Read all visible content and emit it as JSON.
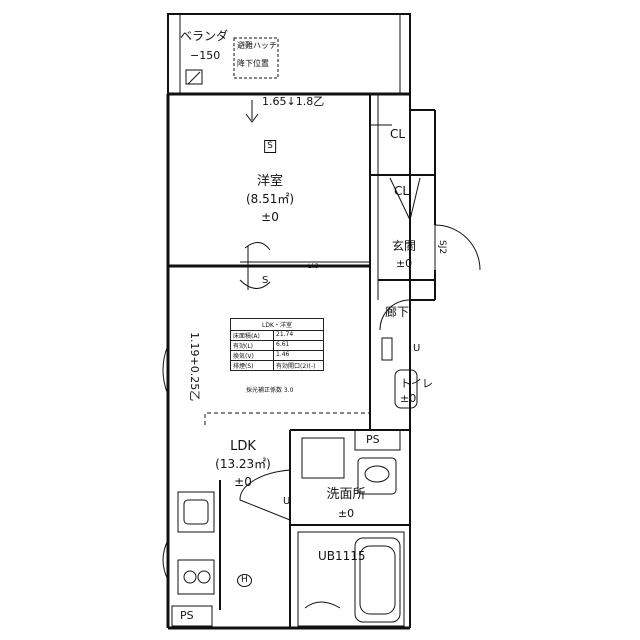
{
  "rooms": {
    "balcony": {
      "name": "ベランダ",
      "level": "−150"
    },
    "hatch": {
      "line1": "避難ハッチ",
      "line2": "降下位置"
    },
    "ceiling_marks": "1.65↓1.8乙",
    "western_room": {
      "name": "洋室",
      "area": "(8.51㎡)",
      "level": "±0"
    },
    "closet_a": "CL",
    "closet_b": "CL",
    "entrance": {
      "name": "玄関",
      "level": "±0"
    },
    "entrance_step": "SJ2",
    "corridor": "廊下",
    "toilet": {
      "name": "トイレ",
      "level": "±0"
    },
    "ldk": {
      "name": "LDK",
      "area": "(13.23㎡)",
      "level": "±0"
    },
    "washroom": {
      "name": "洗面所",
      "level": "±0"
    },
    "bath": "UB1115",
    "ps_upper": "PS",
    "ps_lower": "PS",
    "ldk_height": "1.19+0.25乙",
    "smoke_mark": "S",
    "sensor_mark": "S",
    "heat_mark": "H",
    "fridge_mark": "U",
    "washer_mark": "U",
    "beam_mark": "Ll.3"
  },
  "info_table": {
    "title": "LDK・洋室",
    "rows": [
      {
        "key": "床面積(A)",
        "value": "21.74"
      },
      {
        "key": "有効(L)",
        "value": "6.61"
      },
      {
        "key": "換気(V)",
        "value": "1.46"
      },
      {
        "key": "排煙(S)",
        "value": "有効開口(2)(-)"
      }
    ],
    "note": "採光補正係数 3.0"
  }
}
